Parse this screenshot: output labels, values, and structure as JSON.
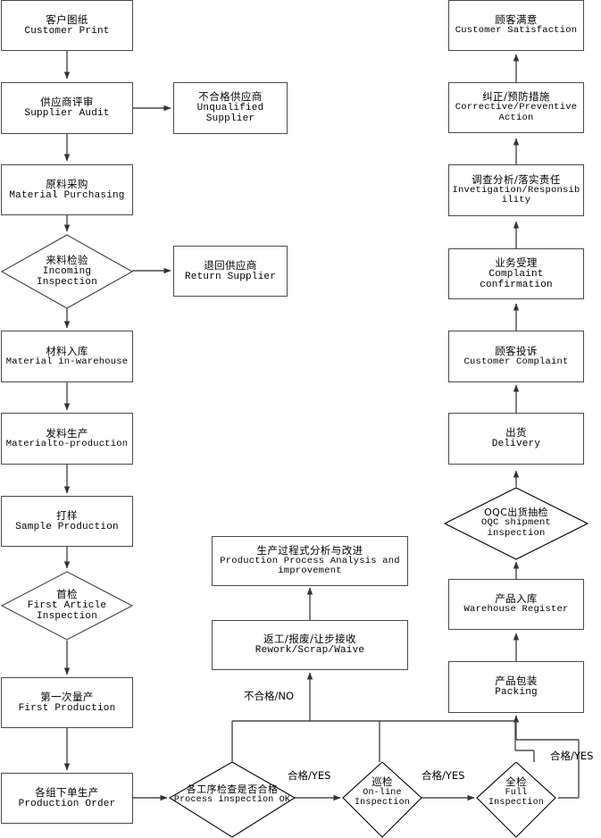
{
  "diagram": {
    "title": "Quality Management Process Flowchart",
    "colors": {
      "box_border": "#4a4a4a",
      "line": "#4a4a4a",
      "background": "#ffffff",
      "text": "#000000"
    }
  },
  "nodes": {
    "customer_print": {
      "cn": "客户图纸",
      "en": "Customer Print",
      "shape": "box"
    },
    "supplier_audit": {
      "cn": "供应商评审",
      "en": "Supplier Audit",
      "shape": "box"
    },
    "unqualified_supplier": {
      "cn": "不合格供应商",
      "en": "Unqualified\nSupplier",
      "shape": "box"
    },
    "material_purchasing": {
      "cn": "原料采购",
      "en": "Material Purchasing",
      "shape": "box"
    },
    "incoming_inspection": {
      "cn": "来料检验",
      "en": "Incoming\nInspection",
      "shape": "diamond"
    },
    "return_supplier": {
      "cn": "退回供应商",
      "en": "Return Supplier",
      "shape": "box"
    },
    "material_in_warehouse": {
      "cn": "材料入库",
      "en": "Material in-warehouse",
      "shape": "box"
    },
    "material_to_production": {
      "cn": "发料生产",
      "en": "Materialto-production",
      "shape": "box"
    },
    "sample_production": {
      "cn": "打样",
      "en": "Sample Production",
      "shape": "box"
    },
    "first_article": {
      "cn": "首检",
      "en": "First Article\nInspection",
      "shape": "diamond"
    },
    "first_production": {
      "cn": "第一次量产",
      "en": "First Production",
      "shape": "box"
    },
    "production_order": {
      "cn": "各组下单生产",
      "en": "Production Order",
      "shape": "box"
    },
    "process_inspection": {
      "cn": "各工序检查是否合格",
      "en": "Process inspection OK",
      "shape": "diamond"
    },
    "online_inspection": {
      "cn": "巡检",
      "en": "On-line\nInspection",
      "shape": "diamond"
    },
    "full_inspection": {
      "cn": "全检",
      "en": "Full\nInspection",
      "shape": "diamond"
    },
    "rework_scrap_waive": {
      "cn": "返工/报废/让步接收",
      "en": "Rework/Scrap/Waive",
      "shape": "box"
    },
    "process_analysis": {
      "cn": "生产过程式分析与改进",
      "en": "Production Process Analysis and improvement",
      "shape": "box"
    },
    "packing": {
      "cn": "产品包装",
      "en": "Packing",
      "shape": "box"
    },
    "warehouse_register": {
      "cn": "产品入库",
      "en": "Warehouse Register",
      "shape": "box"
    },
    "oqc_inspection": {
      "cn": "OQC出货抽检",
      "en": "OQC shipment\ninspection",
      "shape": "diamond"
    },
    "delivery": {
      "cn": "出货",
      "en": "Delivery",
      "shape": "box"
    },
    "customer_complaint": {
      "cn": "顾客投诉",
      "en": "Customer Complaint",
      "shape": "box"
    },
    "complaint_confirmation": {
      "cn": "业务受理",
      "en": "Complaint\nconfirmation",
      "shape": "box"
    },
    "investigation": {
      "cn": "调查分析/落实责任",
      "en": "Invetigation/Responsibility",
      "shape": "box"
    },
    "corrective_action": {
      "cn": "纠正/预防措施",
      "en": "Corrective/Preventive\nAction",
      "shape": "box"
    },
    "customer_satisfaction": {
      "cn": "顾客满意",
      "en": "Customer Satisfaction",
      "shape": "box"
    }
  },
  "edge_labels": {
    "no_fail": "不合格/NO",
    "yes_1": "合格/YES",
    "yes_2": "合格/YES",
    "yes_3": "合格/YES"
  }
}
